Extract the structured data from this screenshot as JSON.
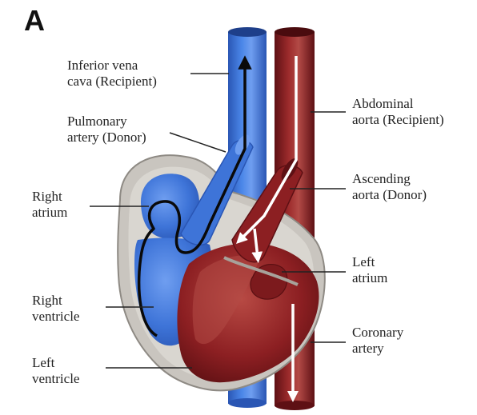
{
  "panel_letter": "A",
  "labels": {
    "ivc": [
      "Inferior vena",
      "cava (Recipient)"
    ],
    "pulmonary_artery": [
      "Pulmonary",
      "artery (Donor)"
    ],
    "right_atrium": [
      "Right",
      "atrium"
    ],
    "right_ventricle": [
      "Right",
      "ventricle"
    ],
    "left_ventricle": [
      "Left",
      "ventricle"
    ],
    "abdominal_aorta": [
      "Abdominal",
      "aorta (Recipient)"
    ],
    "ascending_aorta": [
      "Ascending",
      "aorta (Donor)"
    ],
    "left_atrium": [
      "Left",
      "atrium"
    ],
    "coronary_artery": [
      "Coronary",
      "artery"
    ]
  },
  "colors": {
    "vein_blue": "#3e74d8",
    "vein_blue_dark": "#2a56b4",
    "vein_blue_light": "#7aa4ea",
    "artery_red": "#8c1f22",
    "artery_red_dark": "#5e1014",
    "artery_red_light": "#b34a46",
    "pericardium_gray": "#c9c5bf",
    "flow_black": "#0a0a0a",
    "flow_white": "#ffffff"
  }
}
